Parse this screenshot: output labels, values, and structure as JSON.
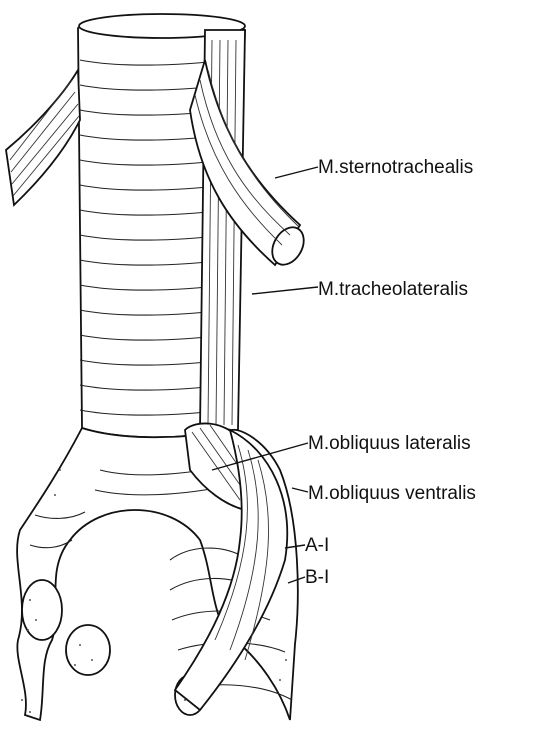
{
  "labels": {
    "sternotrachealis": "M.sternotrachealis",
    "tracheolateralis": "M.tracheolateralis",
    "obliquus_lateralis": "M.obliquus lateralis",
    "obliquus_ventralis": "M.obliquus ventralis",
    "a1": "A-I",
    "b1": "B-I"
  }
}
